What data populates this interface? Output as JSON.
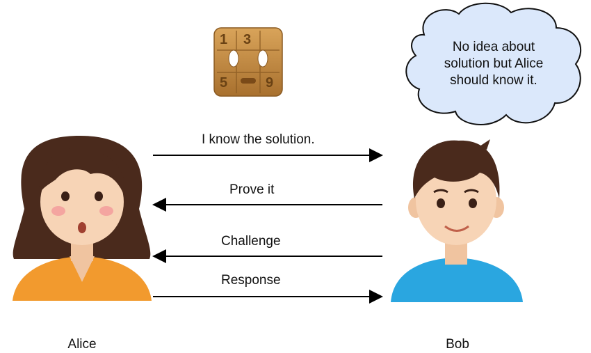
{
  "people": {
    "alice": {
      "name": "Alice"
    },
    "bob": {
      "name": "Bob"
    }
  },
  "thought_bubble": {
    "lines": [
      "No idea about",
      "solution but Alice",
      "should know it."
    ]
  },
  "puzzle_icon": {
    "digits": [
      "1",
      "3",
      "5",
      "9"
    ]
  },
  "messages": [
    {
      "text": "I know the solution.",
      "direction": "alice-to-bob"
    },
    {
      "text": "Prove it",
      "direction": "bob-to-alice"
    },
    {
      "text": "Challenge",
      "direction": "bob-to-alice"
    },
    {
      "text": "Response",
      "direction": "alice-to-bob"
    }
  ]
}
